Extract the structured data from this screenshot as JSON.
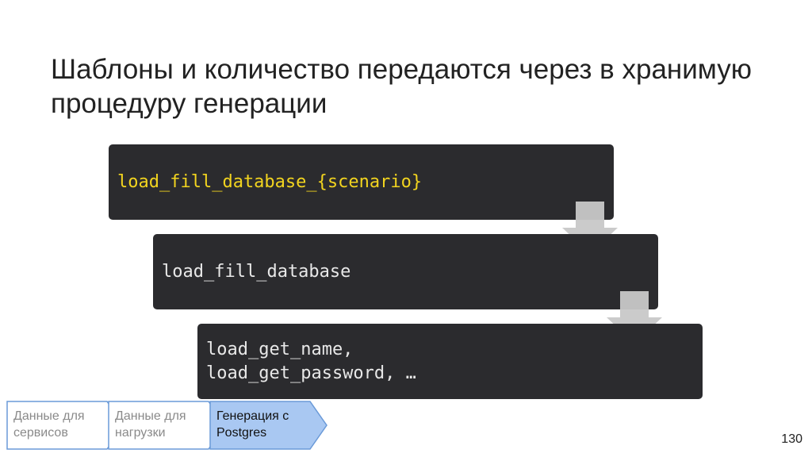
{
  "slide": {
    "title": "Шаблоны и количество передаются через в хранимую процедуру генерации",
    "page_number": "130"
  },
  "flow": {
    "blocks": [
      {
        "text": "load_fill_database_{scenario}",
        "color": "#f2d41f"
      },
      {
        "text": "load_fill_database",
        "color": "#e8e8e8"
      },
      {
        "text": "load_get_name,\nload_get_password, …",
        "color": "#e8e8e8"
      }
    ],
    "block_color": "#2b2b2e",
    "arrow_color": "#c8c8c8"
  },
  "breadcrumb": {
    "steps": [
      {
        "label": "Данные для\nсервисов",
        "active": false
      },
      {
        "label": "Данные для\nнагрузки",
        "active": false
      },
      {
        "label": "Генерация с\nPostgres",
        "active": true
      }
    ],
    "active_fill": "#a9c8f2",
    "border_color": "#6a9ad8"
  }
}
